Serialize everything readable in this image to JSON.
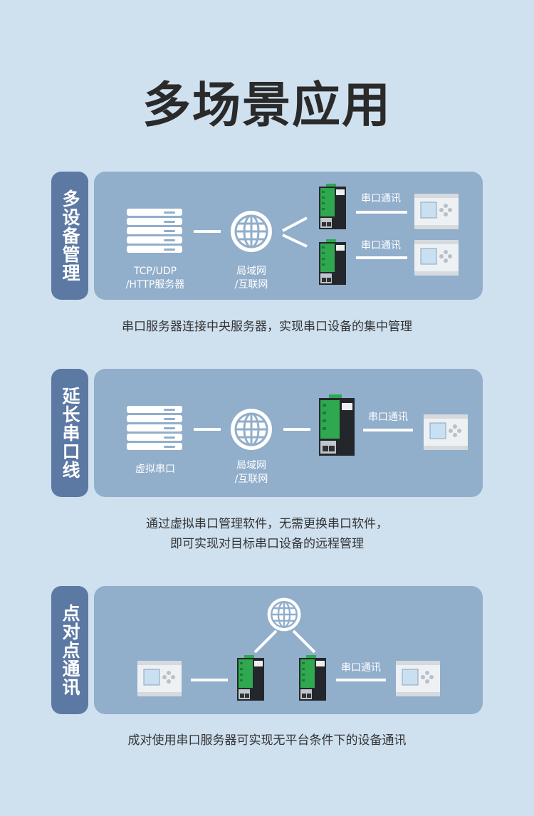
{
  "title": "多场景应用",
  "sections": [
    {
      "tab": "多设备管理",
      "server_label_1": "TCP/UDP",
      "server_label_2": "/HTTP服务器",
      "net_label_1": "局域网",
      "net_label_2": "/互联网",
      "serial_label_a": "串口通讯",
      "serial_label_b": "串口通讯",
      "caption": "串口服务器连接中央服务器，实现串口设备的集中管理"
    },
    {
      "tab": "延长串口线",
      "server_label_1": "虚拟串口",
      "net_label_1": "局域网",
      "net_label_2": "/互联网",
      "serial_label_a": "串口通讯",
      "caption_1": "通过虚拟串口管理软件，无需更换串口软件，",
      "caption_2": "即可实现对目标串口设备的远程管理"
    },
    {
      "tab": "点对点通讯",
      "serial_label_a": "串口通讯",
      "caption": "成对使用串口服务器可实现无平台条件下的设备通讯"
    }
  ],
  "icons": [
    "server-icon",
    "globe-icon",
    "serial-server-device-icon",
    "hmi-controller-icon"
  ],
  "colors": {
    "background": "#cfe0ef",
    "tab": "#5b79a3",
    "panel": "#91aecb",
    "device_green": "#2fa84f",
    "device_dark": "#23272c"
  }
}
